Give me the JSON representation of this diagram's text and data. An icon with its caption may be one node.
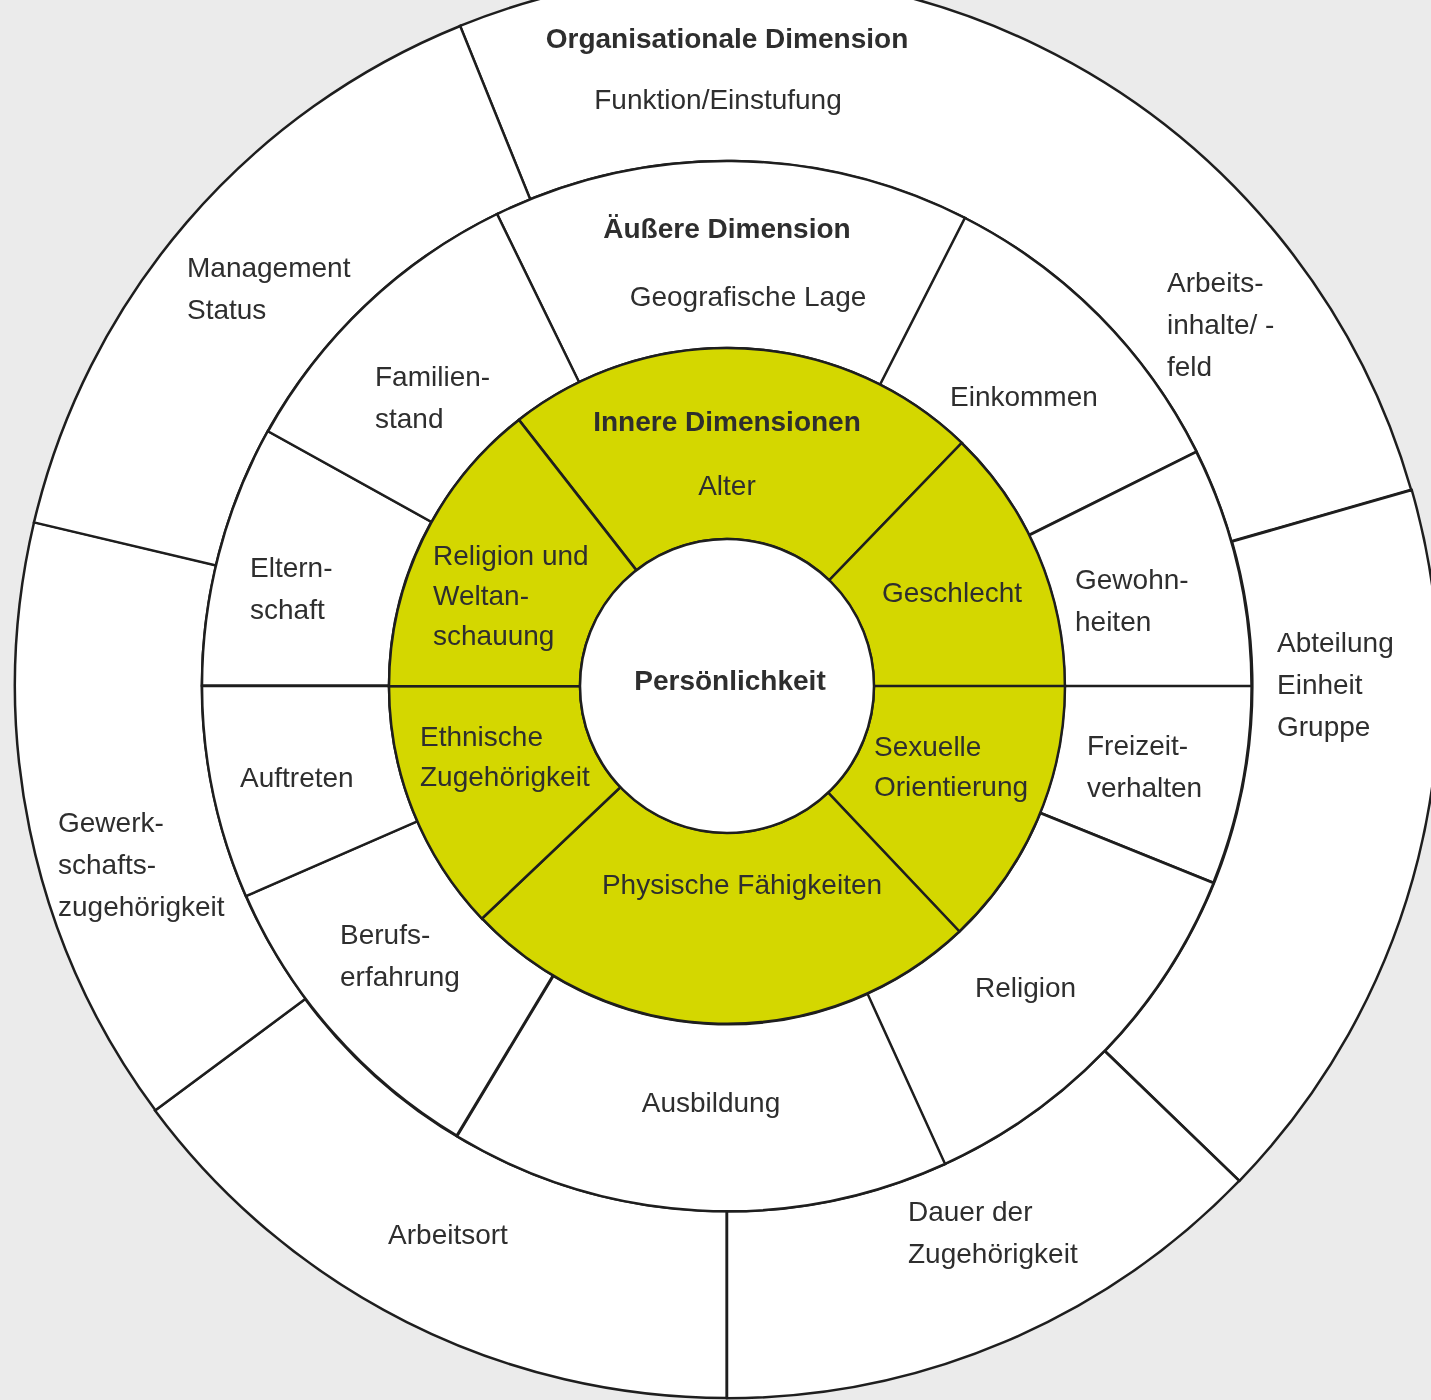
{
  "diagram": {
    "nodes": [
      {
        "text": [
          "Organisationale Dimension",
          "Funktion/Einstufung",
          "Arbeits- inhalte/ -feld"
        ]
      },
      {
        "text": [
          "Abteilung Einheit Gruppe"
        ]
      },
      {
        "text": [
          "Dauer der Zugehörigkeit"
        ]
      },
      {
        "text": [
          "Arbeitsort"
        ]
      },
      {
        "text": [
          "Gewerk- schafts- zugehörigkeit"
        ]
      },
      {
        "text": [
          "Management Status"
        ]
      },
      {
        "text": [
          "Äußere Dimension",
          "Geografische Lage"
        ]
      },
      {
        "text": [
          "Einkommen"
        ]
      },
      {
        "text": [
          "Gewohn- heiten"
        ]
      },
      {
        "text": [
          "Freizeit- verhalten"
        ]
      },
      {
        "text": [
          "Religion"
        ]
      },
      {
        "text": [
          "Ausbildung"
        ]
      },
      {
        "text": [
          "Berufs- erfahrung"
        ]
      },
      {
        "text": [
          "Auftreten"
        ]
      },
      {
        "text": [
          "Eltern- schaft"
        ]
      },
      {
        "text": [
          "Familien- stand"
        ]
      },
      {
        "text": [
          "Innere Dimensionen",
          "Alter"
        ]
      },
      {
        "text": [
          "Geschlecht"
        ]
      },
      {
        "text": [
          "Sexuelle Orientierung"
        ]
      },
      {
        "text": [
          "Physische Fähigkeiten"
        ]
      },
      {
        "text": [
          "Ethnische Zugehörigkeit"
        ]
      },
      {
        "text": [
          "Religion und Weltan- schauung"
        ]
      },
      {
        "text": [
          "Persönlichkeit"
        ]
      }
    ]
  }
}
